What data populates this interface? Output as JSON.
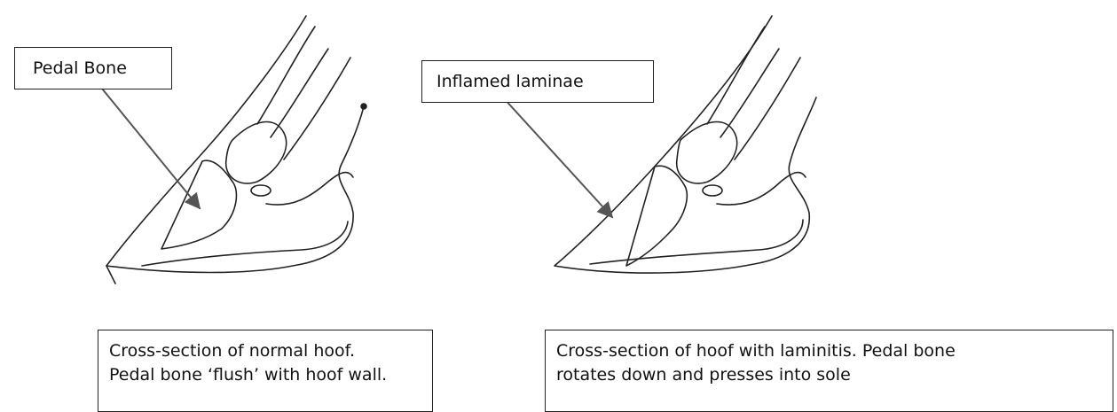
{
  "left_figure": {
    "label": "Pedal Bone",
    "caption": [
      "Cross-section of normal hoof.",
      "Pedal bone ‘flush’ with hoof wall."
    ]
  },
  "right_figure": {
    "label": "Inflamed laminae",
    "caption": [
      "Cross-section of hoof with laminitis.  Pedal bone",
      "rotates down and presses into sole"
    ]
  },
  "colors": {
    "ink": "#222222",
    "arrow": "#555555"
  }
}
